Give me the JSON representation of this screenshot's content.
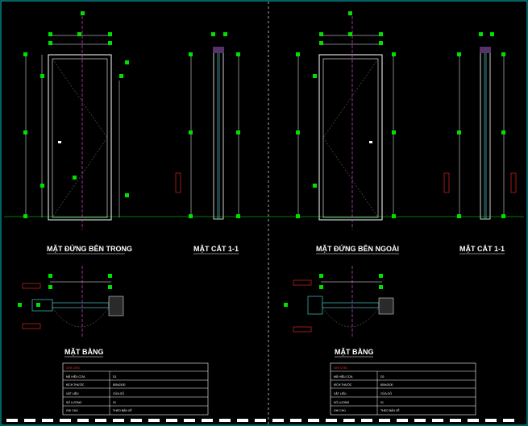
{
  "panels": [
    {
      "elevation_title": "MẶT ĐỨNG BÊN TRONG",
      "section_title": "MẶT CẮT 1-1",
      "plan_title": "MẶT BẰNG",
      "table_header": "GHI CHÚ",
      "table_rows": [
        [
          "MÃ HIỆU CỬA",
          "D1"
        ],
        [
          "KÍCH THƯỚC",
          "800x2100"
        ],
        [
          "VẬT LIỆU",
          "CỬA GỖ"
        ],
        [
          "SỐ LƯỢNG",
          "01"
        ],
        [
          "GHI CHÚ",
          "THEO BẢN VẼ"
        ]
      ]
    },
    {
      "elevation_title": "MẶT ĐỨNG BÊN NGOÀI",
      "section_title": "MẶT CẮT 1-1",
      "plan_title": "MẶT BẰNG",
      "table_header": "GHI CHÚ",
      "table_rows": [
        [
          "MÃ HIỆU CỬA",
          "D2"
        ],
        [
          "KÍCH THƯỚC",
          "800x2100"
        ],
        [
          "VẬT LIỆU",
          "CỬA GỖ"
        ],
        [
          "SỐ LƯỢNG",
          "01"
        ],
        [
          "GHI CHÚ",
          "THEO BẢN VẼ"
        ]
      ]
    }
  ],
  "colors": {
    "background": "#000000",
    "frame_border": "#00c8c8",
    "door_outline": "#ffffff",
    "axis": "#c040c0",
    "floor_line": "#00a000",
    "dimension_marker": "#00e000",
    "leader_note": "#ff2a2a"
  }
}
